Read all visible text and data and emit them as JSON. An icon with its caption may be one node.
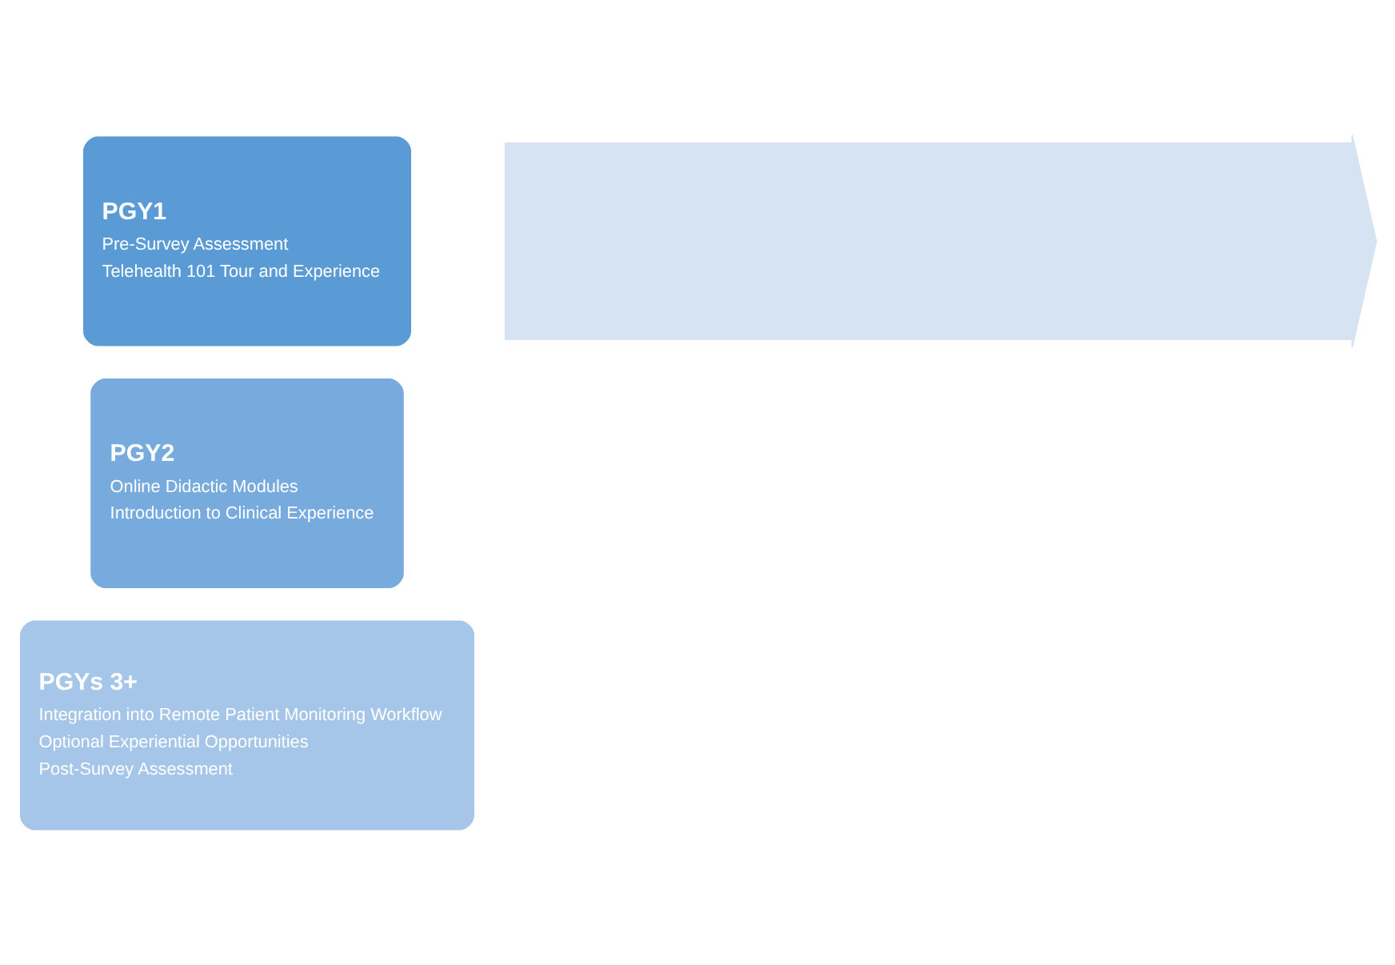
{
  "diagram": {
    "nodes": [
      {
        "text": [],
        "shape": "arrow"
      },
      {
        "text": [
          "PGY1",
          "Pre-Survey Assessment",
          "Telehealth 101 Tour and Experience"
        ]
      },
      {
        "text": [
          "PGY2",
          "Online Didactic Modules",
          "Introduction to Clinical Experience"
        ]
      },
      {
        "text": [
          "PGYs 3+",
          "Integration into Remote Patient Monitoring Workflow",
          "Optional Experiential Opportunities",
          "Post-Survey Assessment"
        ]
      }
    ]
  }
}
